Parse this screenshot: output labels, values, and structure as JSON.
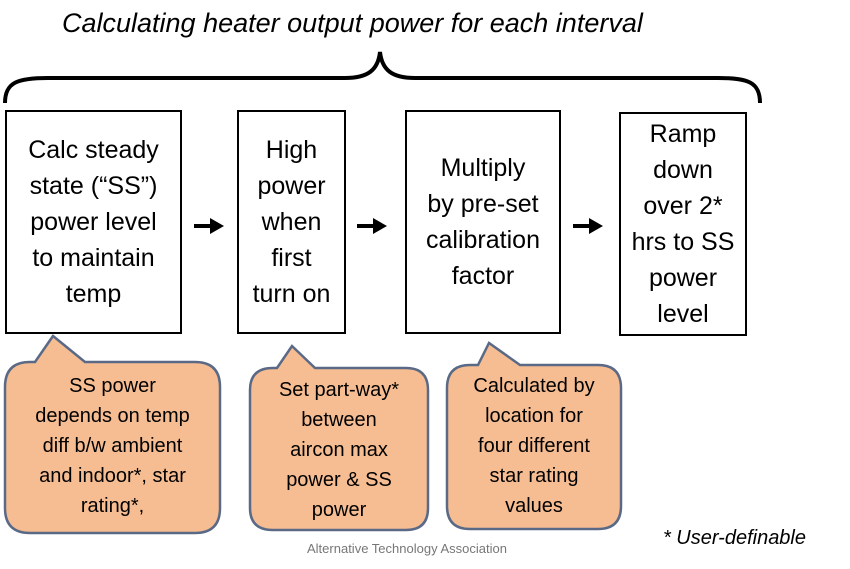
{
  "title": "Calculating heater output power for each interval",
  "steps": [
    {
      "label": "Calc steady\nstate (“SS”)\npower level\nto maintain\ntemp"
    },
    {
      "label": "High\npower\nwhen\nfirst\nturn on"
    },
    {
      "label": "Multiply\nby pre-set\ncalibration\nfactor"
    },
    {
      "label": "Ramp\ndown\nover 2*\nhrs to SS\npower\nlevel"
    }
  ],
  "notes": [
    {
      "text": "SS power\ndepends on temp\ndiff b/w ambient\nand indoor*, star\nrating*,"
    },
    {
      "text": "Set part-way*\nbetween\naircon max\npower & SS\npower"
    },
    {
      "text": "Calculated by\nlocation for\nfour different\nstar rating\nvalues"
    }
  ],
  "footnote": "* User-definable",
  "watermark": "Alternative Technology Association",
  "colors": {
    "callout_fill": "#f7bd92",
    "callout_stroke": "#5a6a86",
    "box_stroke": "#000000"
  }
}
